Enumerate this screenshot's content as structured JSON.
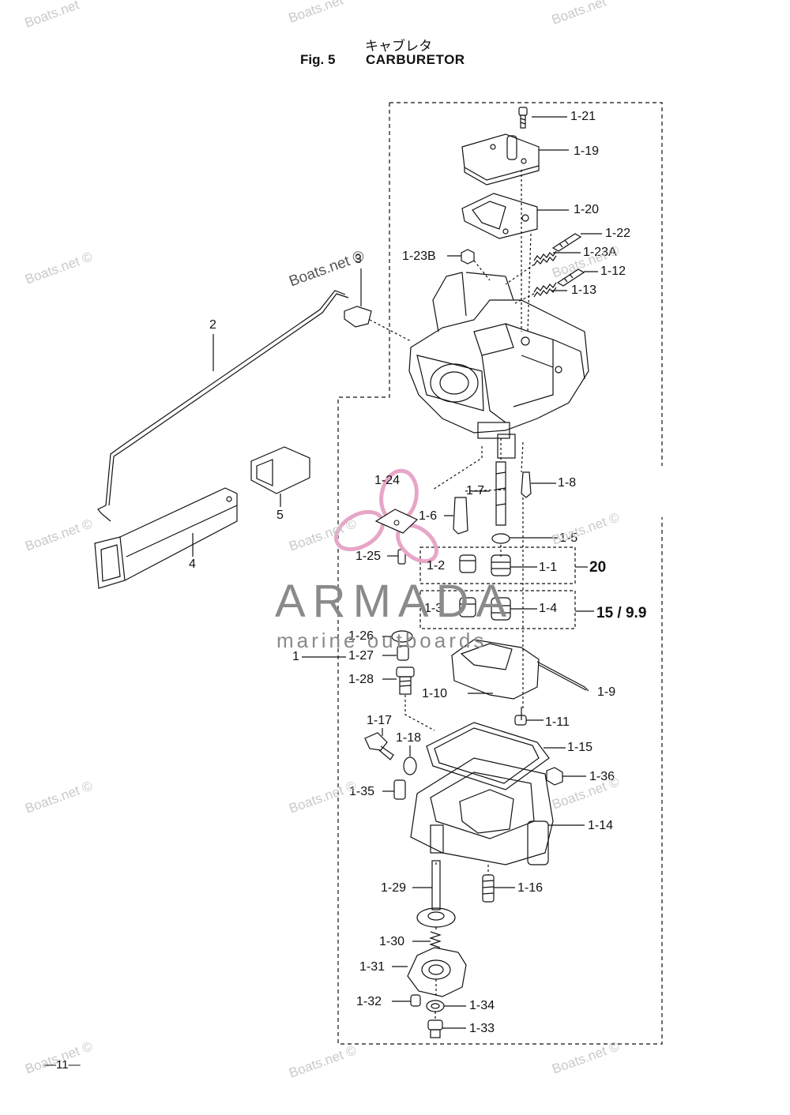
{
  "header": {
    "jp_title": "キャブレタ",
    "fig_label": "Fig. 5",
    "fig_title": "CARBURETOR"
  },
  "callouts": {
    "c1_21": "1-21",
    "c1_19": "1-19",
    "c1_20": "1-20",
    "c1_22": "1-22",
    "c1_23A": "1-23A",
    "c1_23B": "1-23B",
    "c1_12": "1-12",
    "c1_13": "1-13",
    "c2": "2",
    "c3": "3",
    "c4": "4",
    "c5": "5",
    "c1_24": "1-24",
    "c1_7": "1-7",
    "c1_8": "1-8",
    "c1_6": "1-6",
    "c1_5": "1-5",
    "c1_25": "1-25",
    "c1_2": "1-2",
    "c1_1": "1-1",
    "c1_3": "1-3",
    "c1_4": "1-4",
    "c1_26": "1-26",
    "c1": "1",
    "c1_27": "1-27",
    "c1_28": "1-28",
    "c1_10": "1-10",
    "c1_9": "1-9",
    "c1_11": "1-11",
    "c1_17": "1-17",
    "c1_18": "1-18",
    "c1_15": "1-15",
    "c1_36": "1-36",
    "c1_35": "1-35",
    "c1_14": "1-14",
    "c1_29": "1-29",
    "c1_16": "1-16",
    "c1_30": "1-30",
    "c1_31": "1-31",
    "c1_32": "1-32",
    "c1_34": "1-34",
    "c1_33": "1-33"
  },
  "variants": {
    "hp20": "20",
    "hp15_99": "15 / 9.9"
  },
  "watermarks": {
    "site": "Boats.net",
    "site_c": "Boats.net ©"
  },
  "brand": {
    "name": "ARMADA",
    "sub": "marine outboards",
    "logo_color": "#e7a6c7"
  },
  "page_number": "—11—"
}
